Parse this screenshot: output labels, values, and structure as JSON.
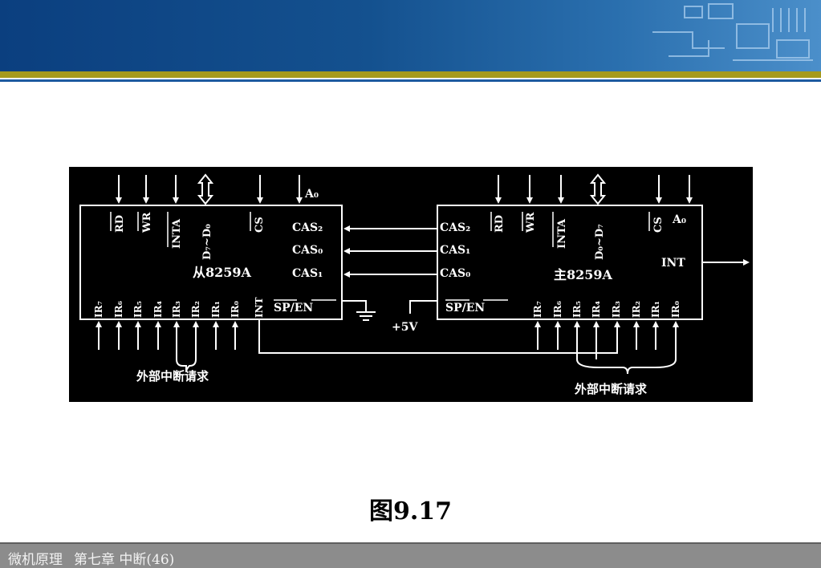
{
  "footer": {
    "course": "微机原理",
    "chapter": "第七章 中断(46)"
  },
  "caption": "图9.17",
  "diagram": {
    "slave": {
      "name": "从8259A",
      "top_pins": [
        "RD",
        "WR",
        "INTA",
        "D₇~D₀",
        "CS"
      ],
      "a0": "A₀",
      "cas": [
        "CAS₂",
        "CAS₀",
        "CAS₁"
      ],
      "bottom_pins": [
        "IR₇",
        "IR₆",
        "IR₅",
        "IR₄",
        "IR₃",
        "IR₂",
        "IR₁",
        "IR₀",
        "INT"
      ],
      "sp_en": "SP/EN"
    },
    "master": {
      "name": "主8259A",
      "cas": [
        "CAS₂",
        "CAS₁",
        "CAS₀"
      ],
      "top_pins": [
        "RD",
        "WR",
        "INTA",
        "D₀~D₇",
        "CS"
      ],
      "a0": "A₀",
      "int": "INT",
      "sp_en": "SP/EN",
      "bottom_pins": [
        "IR₇",
        "IR₆",
        "IR₅",
        "IR₄",
        "IR₃",
        "IR₂",
        "IR₁",
        "IR₀"
      ]
    },
    "vcc": "+5V",
    "ext_request_left": "外部中断请求",
    "ext_request_right": "外部中断请求"
  }
}
